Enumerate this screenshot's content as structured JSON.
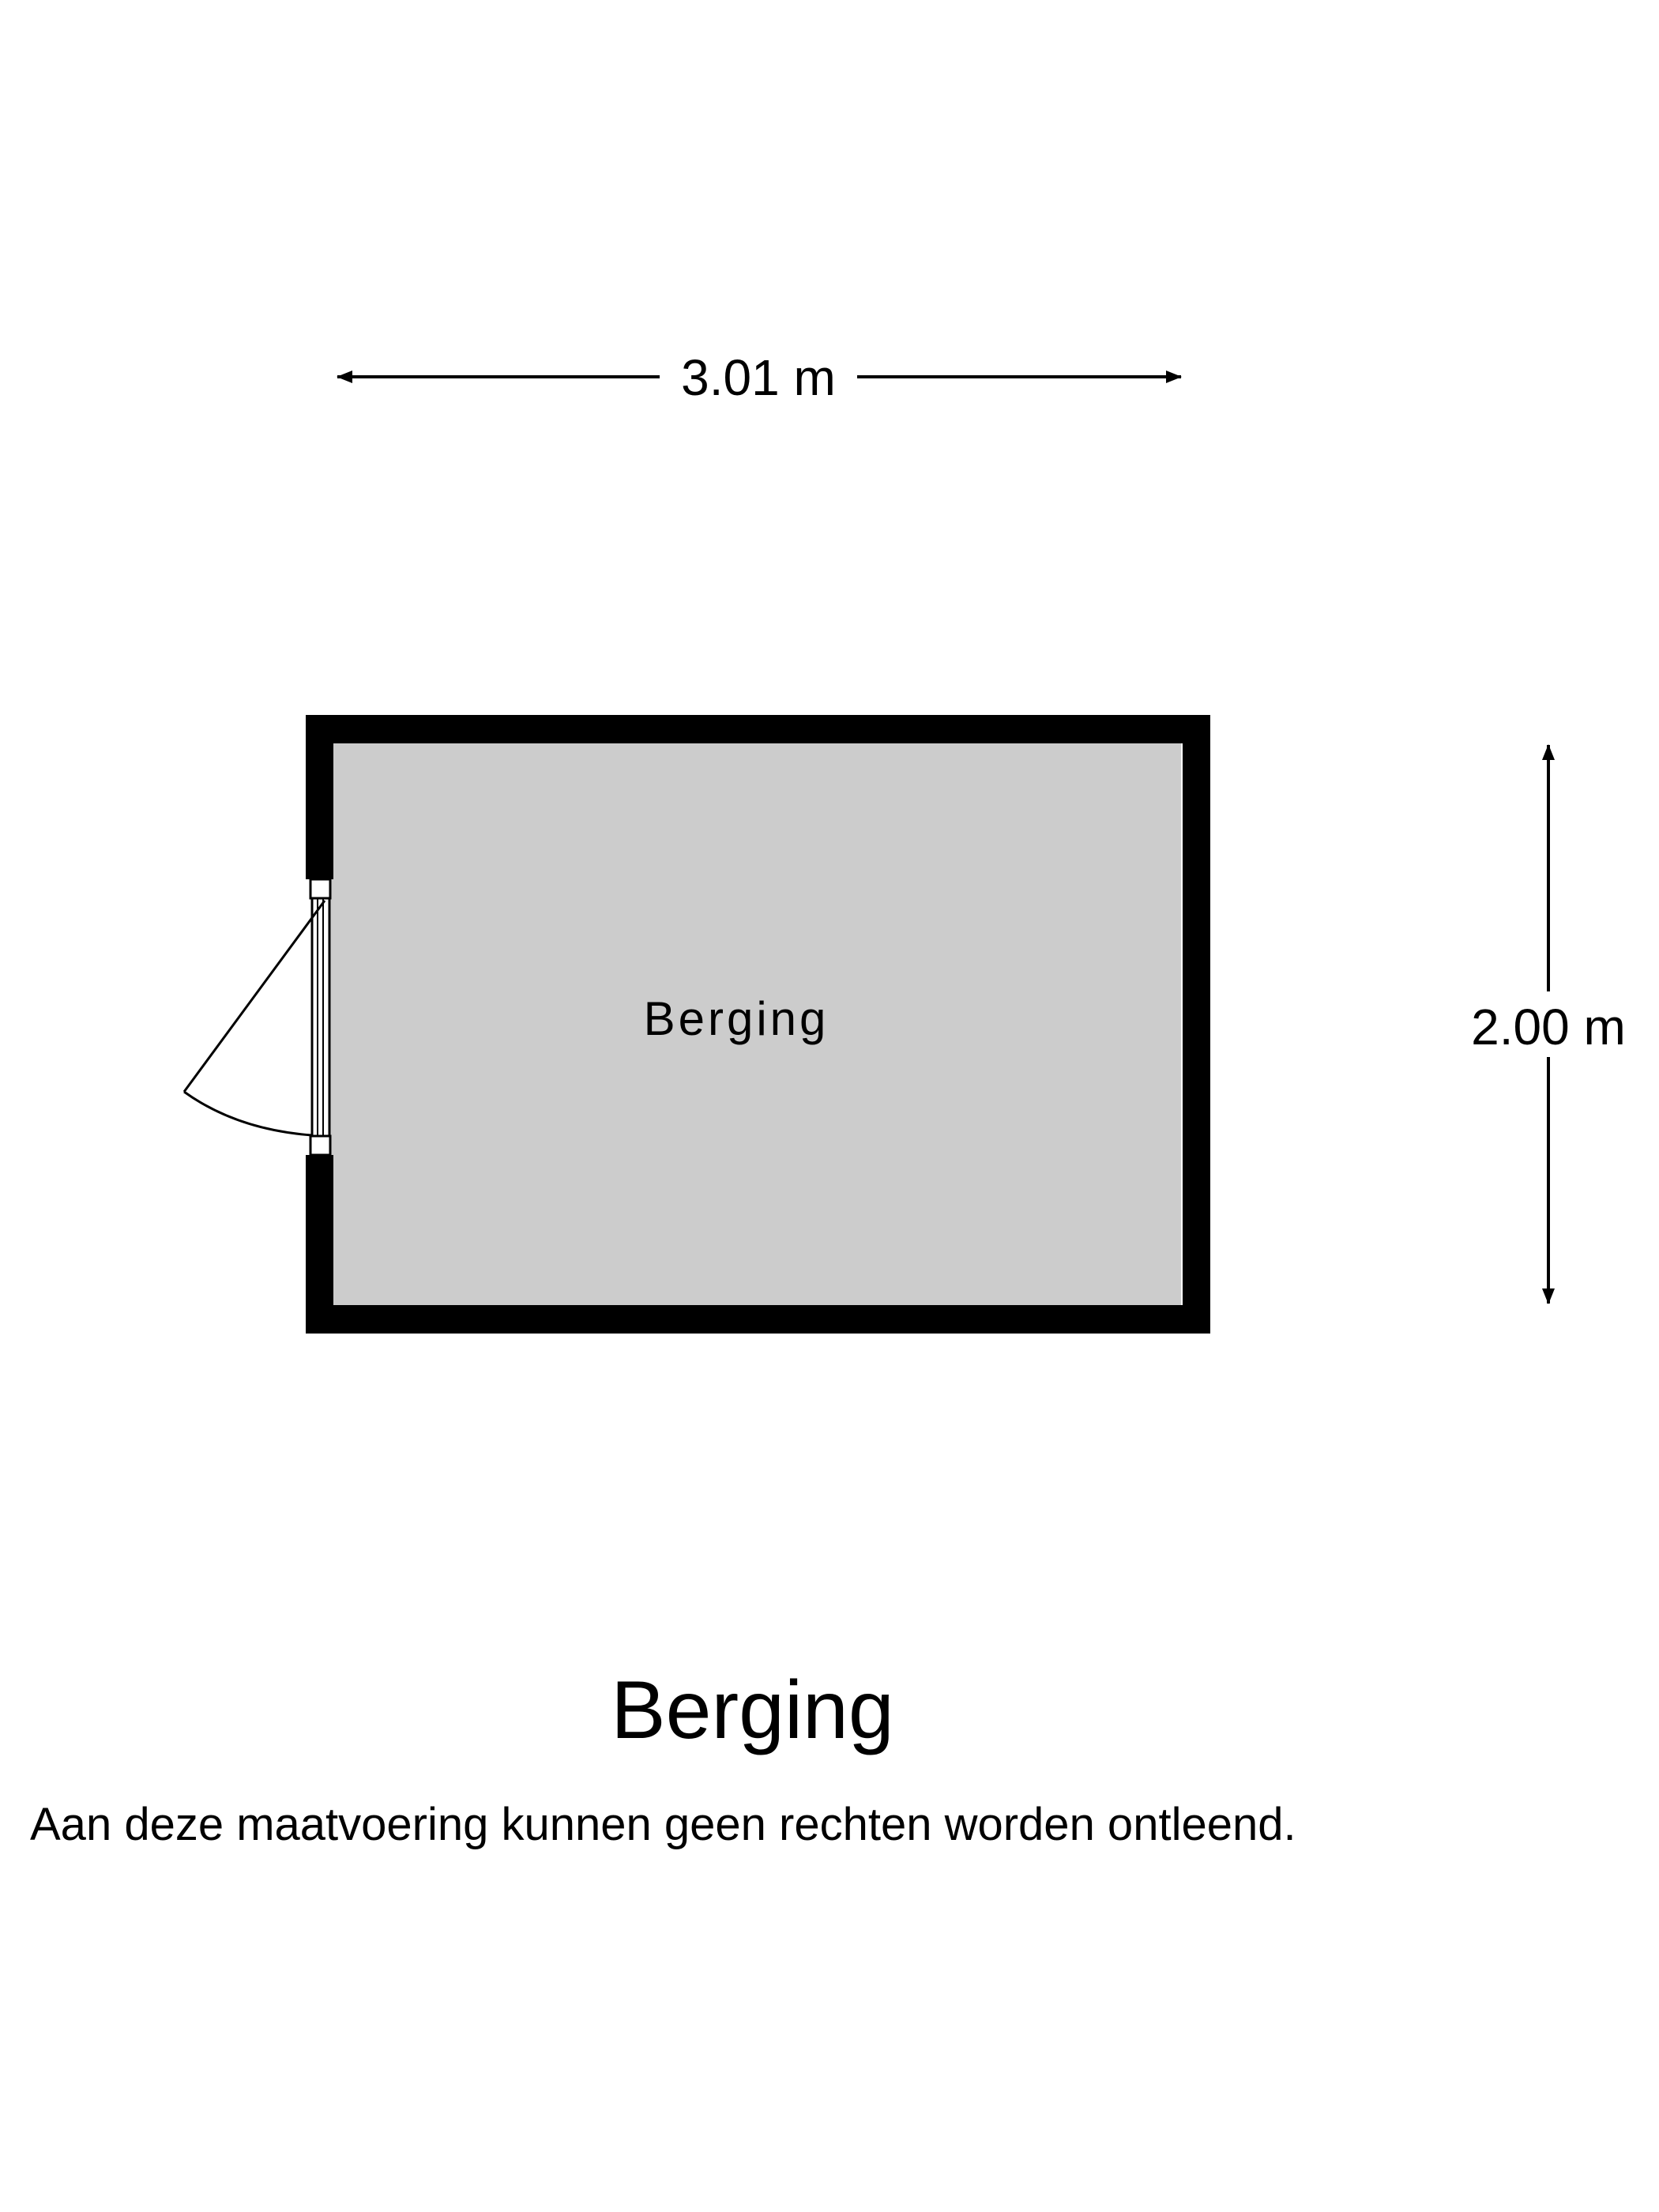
{
  "floorplan": {
    "width_label": "3.01 m",
    "height_label": "2.00 m",
    "room_label": "Berging",
    "colors": {
      "wall": "#000000",
      "floor": "#cccccc",
      "background": "#ffffff"
    }
  },
  "footer": {
    "title": "Berging",
    "disclaimer": "Aan deze maatvoering kunnen geen rechten worden ontleend."
  }
}
